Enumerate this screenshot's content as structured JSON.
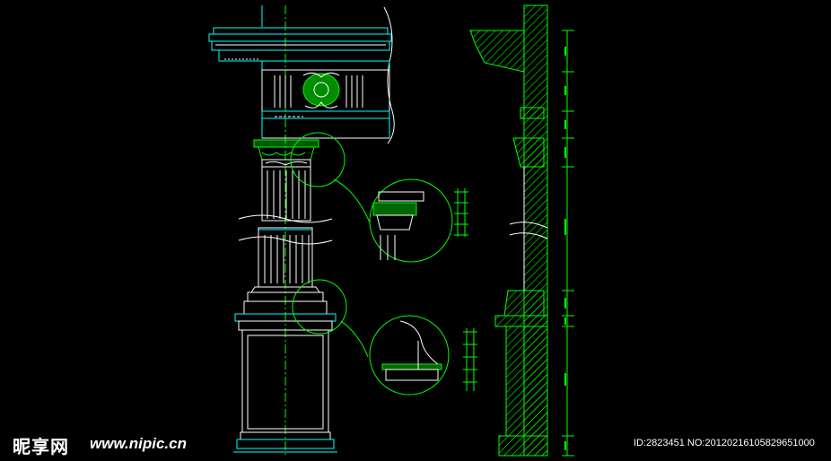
{
  "watermark": {
    "logo": "昵享网",
    "url": "www.nipic.cn",
    "id_text": "ID:2823451 NO:20120216105829651000"
  },
  "colors": {
    "background": "#000000",
    "cyan": "#00ffff",
    "green": "#00ff00",
    "white": "#ffffff"
  },
  "icons": {
    "logo": "nipic-logo-icon"
  }
}
